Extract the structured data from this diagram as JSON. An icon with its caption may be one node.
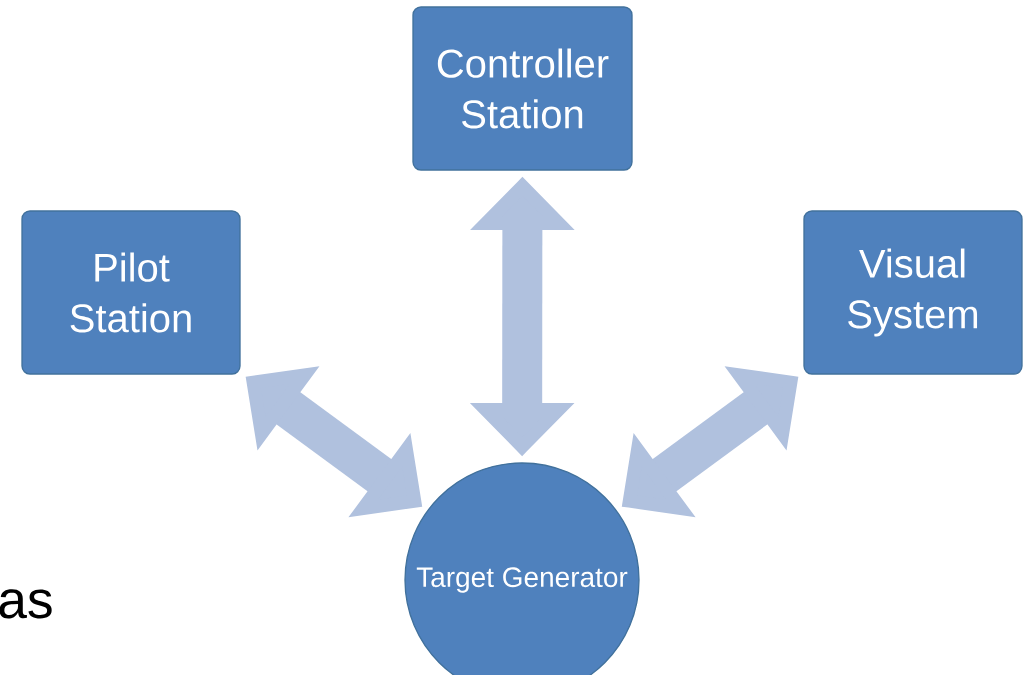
{
  "diagram": {
    "nodes": [
      {
        "text": [
          "Controller Station"
        ]
      },
      {
        "text": [
          "Pilot Station"
        ]
      },
      {
        "text": [
          "Visual System"
        ]
      },
      {
        "text": [
          "Target Generator"
        ]
      }
    ],
    "edges": [
      {
        "from": 3,
        "to": 0,
        "arrow": "both"
      },
      {
        "from": 1,
        "to": 3,
        "arrow": "both"
      },
      {
        "from": 2,
        "to": 3,
        "arrow": "both"
      }
    ],
    "labels": [
      "as"
    ]
  }
}
